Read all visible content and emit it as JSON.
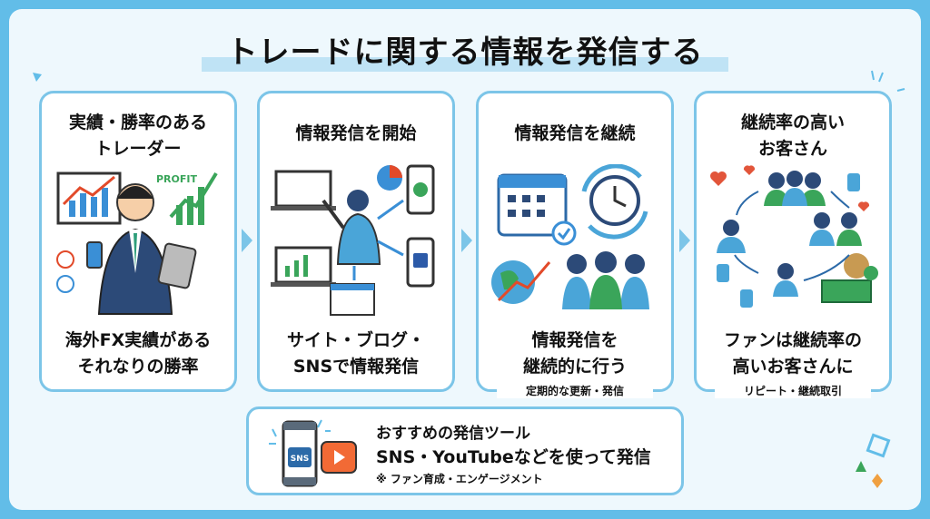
{
  "title": "トレードに関する情報を発信する",
  "cards": [
    {
      "heading": "実績・勝率のある\nトレーダー",
      "body": "海外FX実績がある\nそれなりの勝率",
      "sub": "",
      "illustration_label": "PROFIT"
    },
    {
      "heading": "情報発信を開始",
      "body": "サイト・ブログ・\nSNSで情報発信",
      "sub": ""
    },
    {
      "heading": "情報発信を継続",
      "body": "情報発信を\n継続的に行う",
      "sub": "定期的な更新・発信"
    },
    {
      "heading": "継続率の高い\nお客さん",
      "body": "ファンは継続率の\n高いお客さんに",
      "sub": "リピート・継続取引"
    }
  ],
  "tool": {
    "line1": "おすすめの発信ツール",
    "line2": "SNS・YouTubeなどを使って発信",
    "line3": "※ ファン育成・エンゲージメント",
    "sns_label": "SNS"
  },
  "colors": {
    "accent": "#62bde8",
    "border": "#7cc5e8",
    "youtube": "#f26a35",
    "green": "#3aa55a"
  }
}
